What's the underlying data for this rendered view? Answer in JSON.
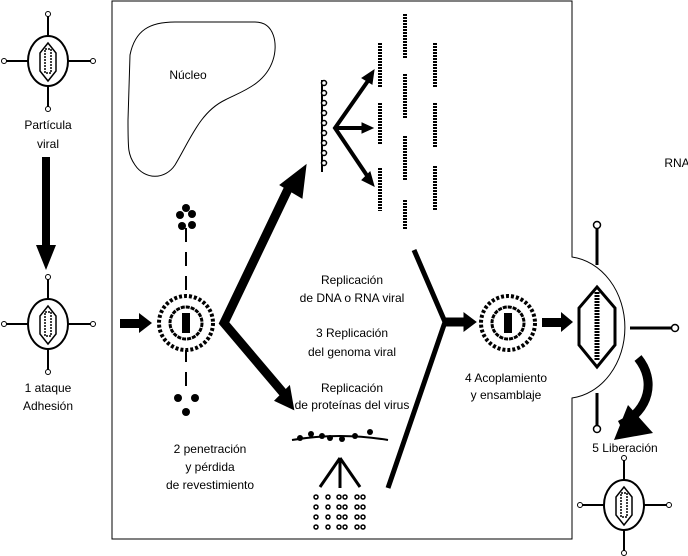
{
  "labels": {
    "particle_line1": "Partícula",
    "particle_line2": "viral",
    "nucleus": "Núcleo",
    "rna": "RNA",
    "step1_line1": "1 ataque",
    "step1_line2": "Adhesión",
    "step2_line1": "2 penetración",
    "step2_line2": "y pérdida",
    "step2_line3": "de revestimiento",
    "rep_dna_line1": "Replicación",
    "rep_dna_line2": "de DNA o RNA viral",
    "step3_line1": "3 Replicación",
    "step3_line2": "del genoma viral",
    "rep_prot_line1": "Replicación",
    "rep_prot_line2": "de proteínas del virus",
    "step4_line1": "4 Acoplamiento",
    "step4_line2": "y ensamblaje",
    "step5": "5 Liberación"
  },
  "colors": {
    "ink": "#000000",
    "background": "#ffffff"
  }
}
